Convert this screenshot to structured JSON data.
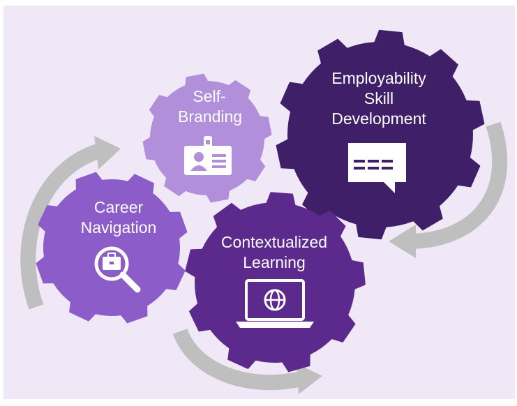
{
  "colors": {
    "background": "#f1e8f7",
    "arrow": "#bfbfbf",
    "icon": "#ffffff"
  },
  "gears": [
    {
      "id": "self-branding",
      "lines": [
        "Self-",
        "Branding"
      ],
      "icon": "id-badge-icon",
      "color": "#b18fda"
    },
    {
      "id": "employability-skill-development",
      "lines": [
        "Employability",
        "Skill",
        "Development"
      ],
      "icon": "speech-bubble-icon",
      "color": "#3f1f68"
    },
    {
      "id": "career-navigation",
      "lines": [
        "Career",
        "Navigation"
      ],
      "icon": "briefcase-magnifier-icon",
      "color": "#8c5cc8"
    },
    {
      "id": "contextualized-learning",
      "lines": [
        "Contextualized",
        "Learning"
      ],
      "icon": "laptop-globe-icon",
      "color": "#5c2a8c"
    }
  ],
  "arrows": [
    "arrow-left-cycle",
    "arrow-right-cycle",
    "arrow-bottom-cycle"
  ]
}
